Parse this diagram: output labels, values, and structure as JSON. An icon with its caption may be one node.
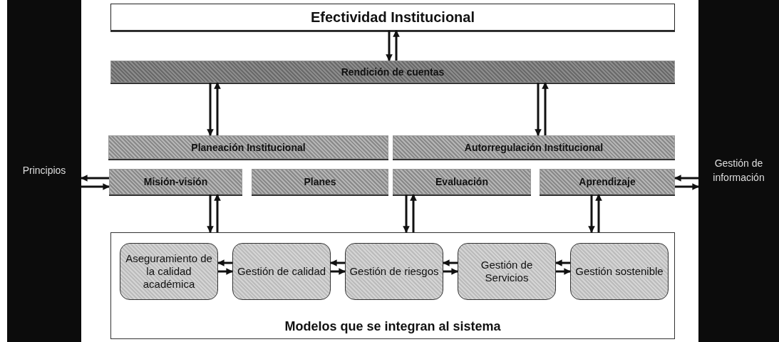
{
  "diagram": {
    "nodes": [
      {
        "text": [
          "Efectividad Institucional"
        ]
      },
      {
        "text": [
          "Rendición de cuentas"
        ]
      },
      {
        "text": [
          "Planeación Institucional"
        ]
      },
      {
        "text": [
          "Autorregulación Institucional"
        ]
      },
      {
        "text": [
          "Misión-visión"
        ]
      },
      {
        "text": [
          "Planes"
        ]
      },
      {
        "text": [
          "Evaluación"
        ]
      },
      {
        "text": [
          "Aprendizaje"
        ]
      },
      {
        "text": [
          "Modelos que se integran al sistema"
        ]
      },
      {
        "text": [
          "Aseguramiento de la calidad académica"
        ],
        "in": 8
      },
      {
        "text": [
          "Gestión de calidad"
        ],
        "in": 8
      },
      {
        "text": [
          "Gestión de riesgos"
        ],
        "in": 8
      },
      {
        "text": [
          "Gestión de Servicios"
        ],
        "in": 8
      },
      {
        "text": [
          "Gestión sostenible"
        ],
        "in": 8
      },
      {
        "text": [
          "Principios"
        ]
      },
      {
        "text": [
          "Gestión de información"
        ]
      }
    ],
    "edges": [
      {
        "from": 0,
        "to": 1,
        "arrow": "to"
      },
      {
        "from": 1,
        "to": 0,
        "arrow": "to"
      },
      {
        "from": 1,
        "to": 2,
        "arrow": "to"
      },
      {
        "from": 2,
        "to": 1,
        "arrow": "to"
      },
      {
        "from": 1,
        "to": 3,
        "arrow": "to"
      },
      {
        "from": 3,
        "to": 1,
        "arrow": "to"
      },
      {
        "from": 4,
        "to": 14,
        "arrow": "to"
      },
      {
        "from": 14,
        "to": 4,
        "arrow": "to"
      },
      {
        "from": 15,
        "to": 7,
        "arrow": "to"
      },
      {
        "from": 7,
        "to": 15,
        "arrow": "to"
      },
      {
        "from": 4,
        "to": 8,
        "arrow": "to"
      },
      {
        "from": 8,
        "to": 4,
        "arrow": "to"
      },
      {
        "from": 6,
        "to": 8,
        "arrow": "to"
      },
      {
        "from": 8,
        "to": 6,
        "arrow": "to"
      },
      {
        "from": 7,
        "to": 8,
        "arrow": "to"
      },
      {
        "from": 8,
        "to": 7,
        "arrow": "to"
      },
      {
        "from": 10,
        "to": 9,
        "arrow": "to"
      },
      {
        "from": 9,
        "to": 10,
        "arrow": "to"
      },
      {
        "from": 11,
        "to": 10,
        "arrow": "to"
      },
      {
        "from": 10,
        "to": 11,
        "arrow": "to"
      },
      {
        "from": 12,
        "to": 11,
        "arrow": "to"
      },
      {
        "from": 11,
        "to": 12,
        "arrow": "to"
      },
      {
        "from": 13,
        "to": 12,
        "arrow": "to"
      },
      {
        "from": 12,
        "to": 13,
        "arrow": "to"
      }
    ]
  }
}
